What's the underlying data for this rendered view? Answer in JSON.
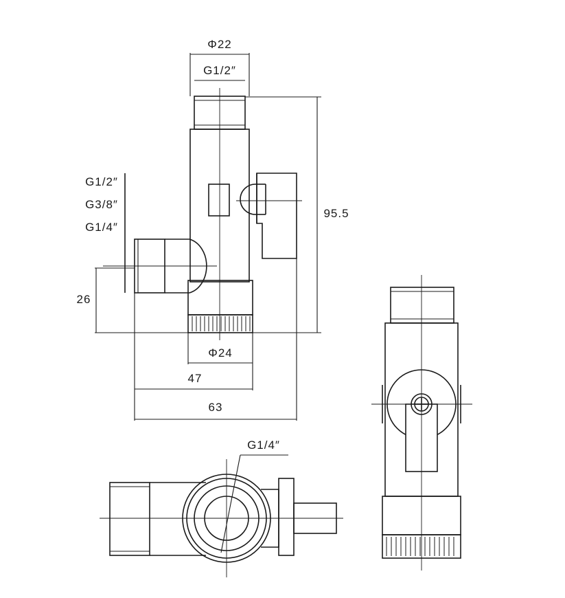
{
  "front_view": {
    "top_diameter": "Φ22",
    "top_thread": "G1/2″",
    "side_threads": [
      "G1/2″",
      "G3/8″",
      "G1/4″"
    ],
    "height": "95.5",
    "inlet_offset": "26",
    "bottom_diameter": "Φ24",
    "width_47": "47",
    "width_63": "63"
  },
  "top_view": {
    "outlet_thread": "G1/4″"
  }
}
